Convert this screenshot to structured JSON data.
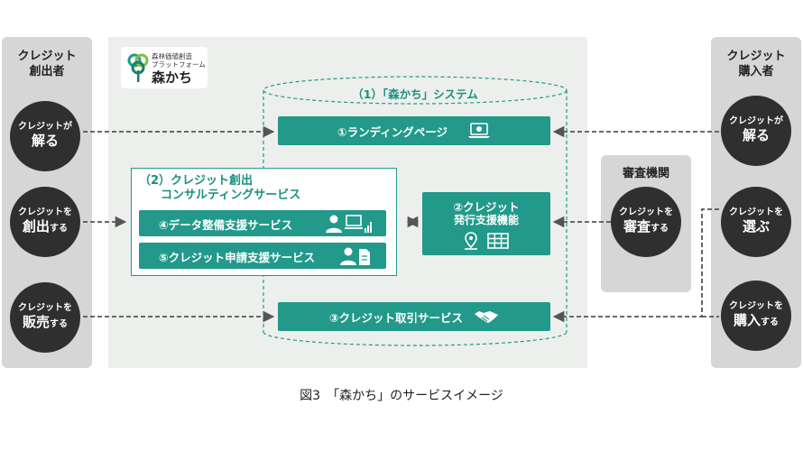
{
  "left_panel": {
    "title_line1": "クレジット",
    "title_line2": "創出者",
    "circles": [
      {
        "top": "クレジットが",
        "main": "解る",
        "suffix": ""
      },
      {
        "top": "クレジットを",
        "main": "創出",
        "suffix": "する"
      },
      {
        "top": "クレジットを",
        "main": "販売",
        "suffix": "する"
      }
    ]
  },
  "right_panel": {
    "title_line1": "クレジット",
    "title_line2": "購入者",
    "circles": [
      {
        "top": "クレジットが",
        "main": "解る",
        "suffix": ""
      },
      {
        "top": "クレジットを",
        "main": "選ぶ",
        "suffix": ""
      },
      {
        "top": "クレジットを",
        "main": "購入",
        "suffix": "する"
      }
    ]
  },
  "review_panel": {
    "title": "審査機関",
    "circle": {
      "top": "クレジットを",
      "main": "審査",
      "suffix": "する"
    }
  },
  "logo": {
    "line1": "森林価値創造",
    "line2": "プラットフォーム",
    "name": "森かち"
  },
  "system": {
    "title": "（1）「森かち」システム",
    "landing": "①ランディングページ",
    "issue_line1": "②クレジット",
    "issue_line2": "発行支援機能",
    "trade": "③クレジット取引サービス"
  },
  "consulting": {
    "title_line1": "（2）クレジット創出",
    "title_line2": "コンサルティングサービス",
    "data_service": "④データ整備支援サービス",
    "apply_service": "⑤クレジット申請支援サービス"
  },
  "icons": {
    "landing": "laptop-icon",
    "issue_pin": "map-pin-icon",
    "issue_grid": "table-grid-icon",
    "data": "person-chart-icon",
    "apply": "person-document-icon",
    "trade": "handshake-icon"
  },
  "colors": {
    "teal": "#22998a",
    "dark_circle": "#2f2f2f",
    "side_panel": "#d6d6d6",
    "main_panel": "#ecefec"
  },
  "caption": "図3　「森かち」のサービスイメージ"
}
